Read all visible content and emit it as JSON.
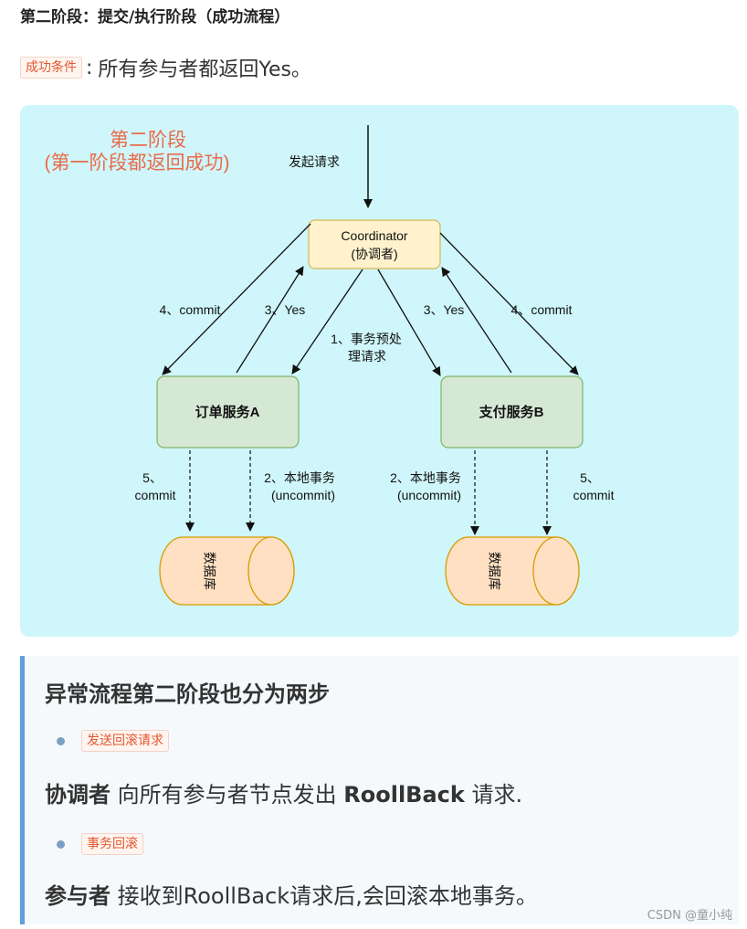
{
  "heading": "第二阶段：提交/执行阶段（成功流程）",
  "success": {
    "tag": "成功条件",
    "colon": ":",
    "text": "所有参与者都返回Yes。"
  },
  "diagram": {
    "title_line1": "第二阶段",
    "title_line2": "(第一阶段都返回成功)",
    "request_label": "发起请求",
    "coordinator_line1": "Coordinator",
    "coordinator_line2": "(协调者)",
    "service_a": "订单服务A",
    "service_b": "支付服务B",
    "commit_left": "4、commit",
    "yes_left": "3、Yes",
    "yes_right": "3、Yes",
    "commit_right": "4、commit",
    "pre_line1": "1、事务预处",
    "pre_line2": "理请求",
    "a_commit_line1": "5、",
    "a_commit_line2": "commit",
    "a_local_line1": "2、本地事务",
    "a_local_line2": "(uncommit)",
    "b_local_line1": "2、本地事务",
    "b_local_line2": "(uncommit)",
    "b_commit_line1": "5、",
    "b_commit_line2": "commit",
    "db_label": "数据库",
    "colors": {
      "background": "#cff6fa",
      "coordinator_fill": "#fff2cc",
      "service_fill": "#d5e8d4",
      "db_fill": "#ffe0c2",
      "title": "#ea6b4a"
    }
  },
  "callout": {
    "title": "异常流程第二阶段也分为两步",
    "step1_tag": "发送回滚请求",
    "step1_bold": "协调者",
    "step1_text": " 向所有参与者节点发出 ",
    "step1_bold2": "RoollBack",
    "step1_text2": " 请求.",
    "step2_tag": "事务回滚",
    "step2_bold": "参与者",
    "step2_text": " 接收到RoollBack请求后,会回滚本地事务。"
  },
  "watermark": "CSDN @童小纯"
}
